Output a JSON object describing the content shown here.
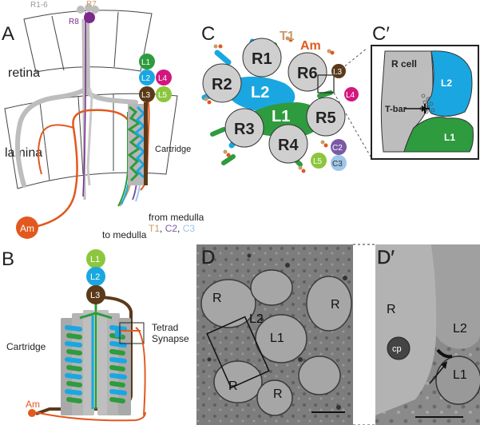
{
  "panels": {
    "A": "A",
    "B": "B",
    "C": "C",
    "Cp": "C′",
    "D": "D",
    "Dp": "D′"
  },
  "panel_a": {
    "retina": "retina",
    "lamina": "lamina",
    "r16": "R1-6",
    "r7": "R7",
    "r8": "R8",
    "l1": "L1",
    "l2": "L2",
    "l3": "L3",
    "l4": "L4",
    "l5": "L5",
    "cartridge": "Cartridge",
    "am": "Am",
    "from_medulla": "from medulla",
    "to_medulla": "to medulla",
    "t1": "T1",
    "c2": "C2",
    "c3": "C3",
    "sep": ", "
  },
  "panel_b": {
    "l1": "L1",
    "l2": "L2",
    "l3": "L3",
    "cartridge": "Cartridge",
    "tetrad1": "Tetrad",
    "tetrad2": "Synapse",
    "am": "Am"
  },
  "panel_c": {
    "r1": "R1",
    "r2": "R2",
    "r3": "R3",
    "r4": "R4",
    "r5": "R5",
    "r6": "R6",
    "l1": "L1",
    "l2": "L2",
    "l3": "L3",
    "l4": "L4",
    "l5": "L5",
    "c2": "C2",
    "c3": "C3",
    "t1": "T1",
    "am": "Am"
  },
  "panel_cp": {
    "rcell": "R cell",
    "l2": "L2",
    "l1": "L1",
    "tbar": "T-bar"
  },
  "panel_d": {
    "r": "R",
    "l1": "L1",
    "l2": "L2"
  },
  "panel_dp": {
    "r": "R",
    "l2": "L2",
    "l1": "L1",
    "cp": "cp"
  },
  "colors": {
    "l1": "#2e9b3e",
    "l2": "#1aa7e1",
    "l3": "#5b3a1a",
    "l4": "#d3177f",
    "l5": "#8cc63e",
    "c2": "#7a5aa6",
    "c3": "#9fc6e8",
    "t1": "#c89b6a",
    "am": "#e2581e",
    "r8": "#7b2a8c",
    "rcell": "#cfcfcf"
  }
}
